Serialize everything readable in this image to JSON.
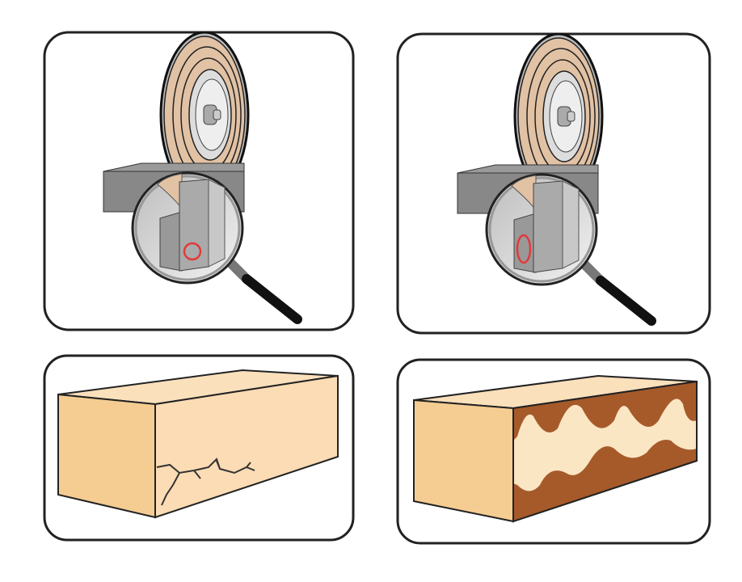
{
  "panels": [
    {
      "id": "grinder-inspection-round-mark",
      "mark": "circle"
    },
    {
      "id": "grinder-inspection-oval-mark",
      "mark": "ellipse"
    },
    {
      "id": "cracked-block",
      "defect": "crack"
    },
    {
      "id": "burned-block",
      "defect": "burn"
    }
  ],
  "colors": {
    "frame": "#222222",
    "wheel": "#e2c2a4",
    "metal": "#8a8a8a",
    "wood_top": "#fbe0bc",
    "wood_front": "#f5cd92",
    "burn": "#a65a2a",
    "mark": "#e23a3a"
  }
}
